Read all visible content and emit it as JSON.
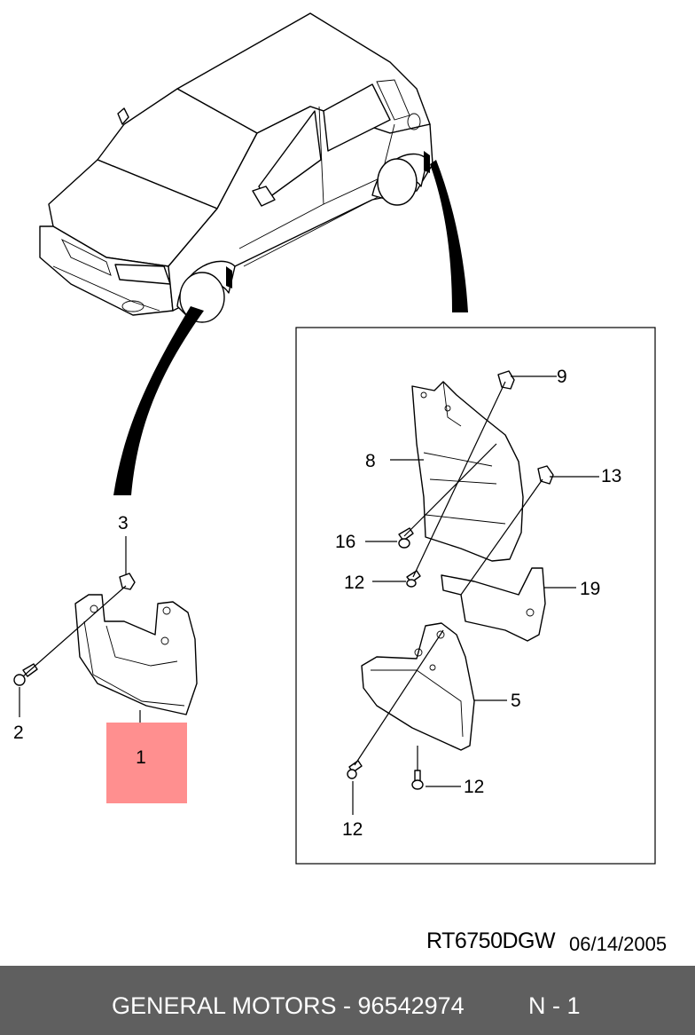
{
  "diagram": {
    "callouts": {
      "c1": "1",
      "c2": "2",
      "c3": "3",
      "c5": "5",
      "c8": "8",
      "c9": "9",
      "c12a": "12",
      "c12b": "12",
      "c12c": "12",
      "c13": "13",
      "c16": "16",
      "c19": "19"
    },
    "highlight_color": "#ff8f8f",
    "reference_code": "RT6750DGW",
    "date": "06/14/2005"
  },
  "footer": {
    "title": "GENERAL MOTORS - 96542974",
    "page": "N - 1",
    "background": "#5f5f5f"
  }
}
